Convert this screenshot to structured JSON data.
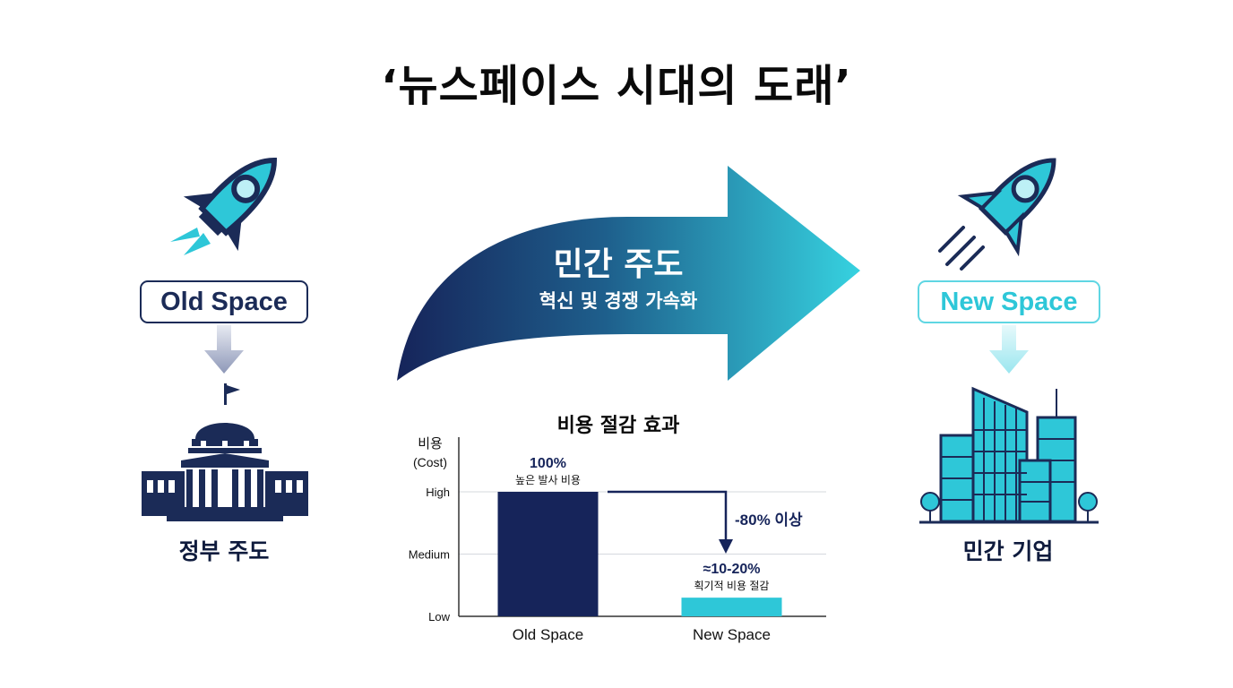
{
  "title": "‘뉴스페이스 시대의 도래’",
  "left": {
    "badge": "Old Space",
    "label": "정부 주도"
  },
  "right": {
    "badge": "New Space",
    "label": "민간 기업"
  },
  "arrow": {
    "title": "민간 주도",
    "subtitle": "혁신 및 경쟁 가속화"
  },
  "colors": {
    "navy": "#1b2b57",
    "teal": "#2ec7d8",
    "dark_navy": "#16245a"
  },
  "chart_data": {
    "type": "bar",
    "title": "비용 절감 효과",
    "ylabel": "비용",
    "ylabel_sub": "(Cost)",
    "ytick_labels": [
      "High",
      "Medium",
      "Low"
    ],
    "categories": [
      "Old Space",
      "New Space"
    ],
    "values": [
      100,
      15
    ],
    "ylim": [
      0,
      100
    ],
    "grid": true,
    "bar_labels": [
      {
        "value": "100%",
        "note": "높은 발사 비용"
      },
      {
        "value": "≈10-20%",
        "note": "획기적 비용 절감"
      }
    ],
    "annotation": "-80% 이상",
    "bar_colors": [
      "#16245a",
      "#2ec7d8"
    ]
  }
}
